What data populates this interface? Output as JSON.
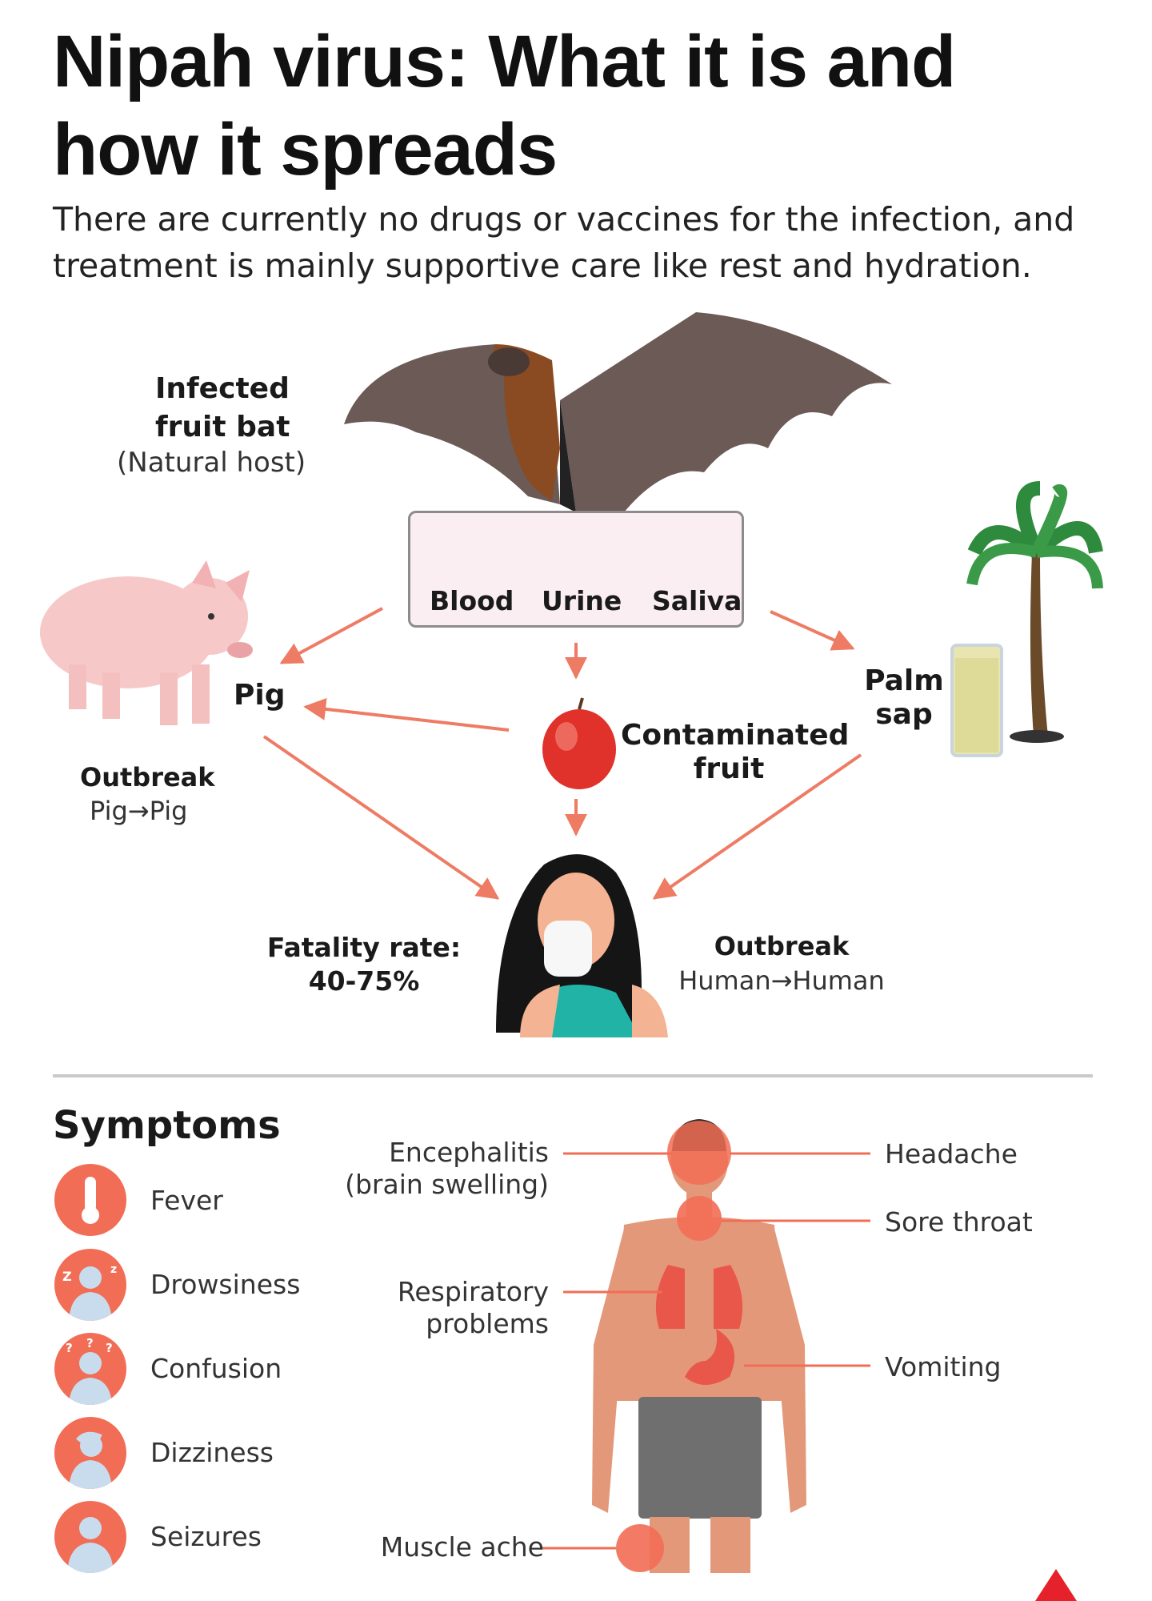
{
  "header": {
    "title_line1": "Nipah virus: What it is and",
    "title_line2": "how it spreads",
    "subtitle_line1": "There are currently no drugs or vaccines for the infection, and",
    "subtitle_line2": "treatment is mainly supportive care like rest and hydration."
  },
  "transmission": {
    "bat": {
      "title_line1": "Infected",
      "title_line2": "fruit bat",
      "note": "(Natural host)"
    },
    "fluids": [
      "Blood",
      "Urine",
      "Saliva"
    ],
    "pig": {
      "label": "Pig",
      "outbreak_title": "Outbreak",
      "outbreak_note": "Pig→Pig"
    },
    "palm": {
      "line1": "Palm",
      "line2": "sap"
    },
    "fruit": {
      "line1": "Contaminated",
      "line2": "fruit"
    },
    "fatality": {
      "line1": "Fatality rate:",
      "line2": "40-75%"
    },
    "human_outbreak": {
      "title": "Outbreak",
      "note": "Human→Human"
    }
  },
  "symptoms": {
    "title": "Symptoms",
    "list": [
      "Fever",
      "Drowsiness",
      "Confusion",
      "Dizziness",
      "Seizures"
    ],
    "body_left": {
      "encephalitis_line1": "Encephalitis",
      "encephalitis_line2": "(brain swelling)",
      "respiratory_line1": "Respiratory",
      "respiratory_line2": "problems",
      "muscle": "Muscle ache"
    },
    "body_right": {
      "headache": "Headache",
      "sore_throat": "Sore throat",
      "vomiting": "Vomiting"
    }
  },
  "colors": {
    "accent": "#f26d55",
    "arrow": "#ee7b63",
    "blood": "#9b2c1c",
    "urine": "#f2b51b",
    "saliva": "#f7dbe5"
  }
}
